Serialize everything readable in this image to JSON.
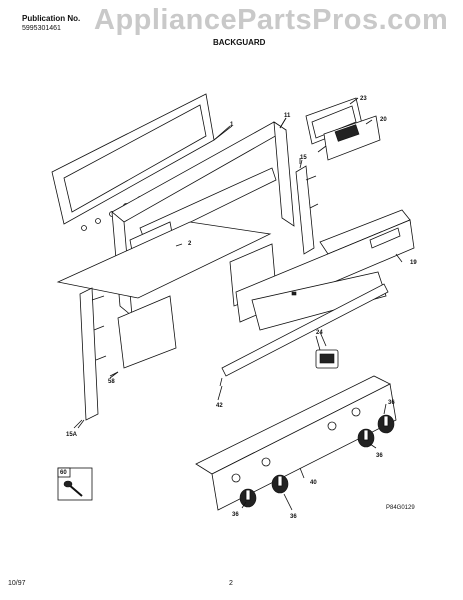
{
  "header": {
    "publication_label": "Publication No.",
    "publication_number": "5995301461",
    "title": "BACKGUARD"
  },
  "watermark": "AppliancePartsPros.com",
  "figure_code": "P84G0129",
  "footer": {
    "date": "10/97",
    "page": "2"
  },
  "callouts": {
    "c1": "1",
    "c2": "2",
    "c11": "11",
    "c15": "15",
    "c15a": "15A",
    "c19": "19",
    "c20": "20",
    "c23": "23",
    "c24": "24",
    "c36a": "36",
    "c36b": "36",
    "c36c": "36",
    "c36d": "36",
    "c40": "40",
    "c42": "42",
    "c58": "58",
    "c60": "60"
  }
}
